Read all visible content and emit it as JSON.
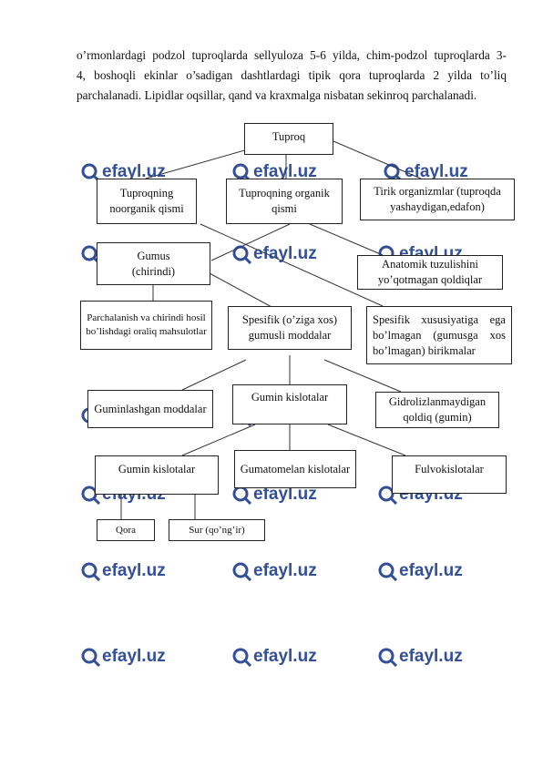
{
  "paragraph": {
    "line1": "o’rmonlardagi podzol tuproqlarda sellyuloza 5-6 yilda, chim-podzol tuproqlarda 3-",
    "line2": "4, boshoqli ekinlar o’sadigan dashtlardagi tipik qora tuproqlarda 2 yilda to’liq",
    "line3": "parchalanadi. Lipidlar oqsillar, qand va kraxmalga nisbatan sekinroq parchalanadi."
  },
  "nodes": {
    "tuproq": "Tuproq",
    "noorganik": "Tuproqning noorganik qismi",
    "organik": "Tuproqning organik qismi",
    "tirik": "Tirik organizmlar  (tuproqda yashaydigan,edafon)",
    "gumus": "Gumus\n(chirindi)",
    "anatomik": "Anatomik tuzulishini yo’qotmagan qoldiqlar",
    "parchalanish": "Parchalanish va chirindi hosil bo’lishdagi oraliq mahsulotlar",
    "spesifik": "Spesifik (o’ziga xos) gumusli moddalar",
    "nospesifik": "Spesifik  xususiyatiga  ega bo’lmagan  (gumusga  xos bo’lmagan) birikmalar",
    "guminlashgan": "Guminlashgan moddalar",
    "gumin_kislotalar_1": "Gumin kislotalar",
    "gidrolizlanmaydigan": "Gidrolizlanmaydigan qoldiq (gumin)",
    "gumin_kislotalar_2": "Gumin kislotalar",
    "gumatomelan": "Gumatomelan kislotalar",
    "fulvokislotalar": "Fulvokislotalar",
    "qora": "Qora",
    "sur": "Sur (qo’ng’ir)"
  },
  "watermark": {
    "text": "efayl.uz",
    "icon": "magnifier-icon",
    "color": "#1d3d8c"
  }
}
